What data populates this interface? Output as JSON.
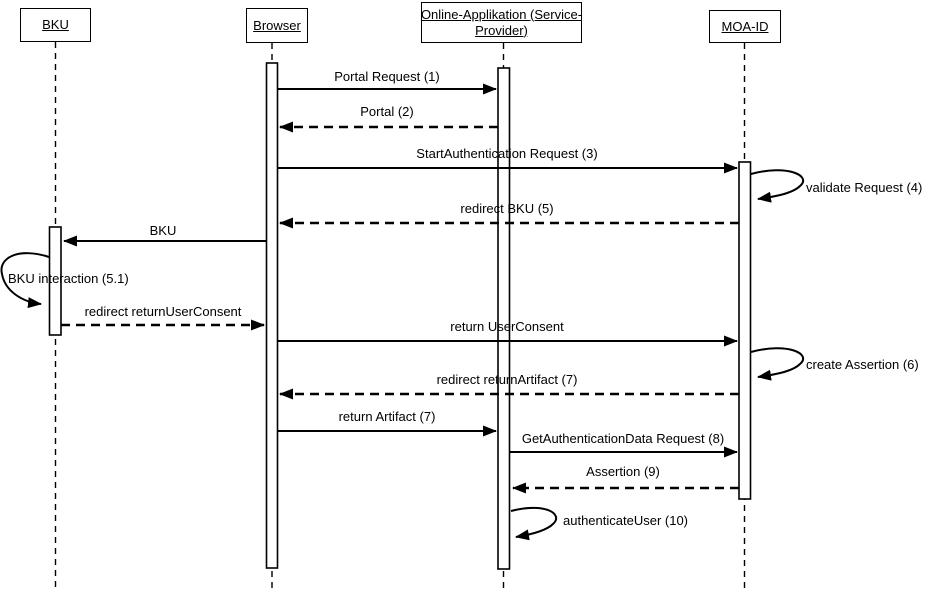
{
  "diagram_type": "uml-sequence-diagram",
  "colors": {
    "ink": "#000000",
    "paper": "#ffffff"
  },
  "actors": {
    "bku": {
      "label": "BKU"
    },
    "browser": {
      "label": "Browser"
    },
    "online_app": {
      "line1": "Online-Applikation (Service-",
      "line2": "Provider)"
    },
    "moa_id": {
      "label": "MOA-ID"
    }
  },
  "messages": {
    "portal_request": "Portal Request (1)",
    "portal": "Portal (2)",
    "start_auth": "StartAuthentication Request (3)",
    "validate_request": "validate Request (4)",
    "redirect_bku": "redirect BKU (5)",
    "bku": "BKU",
    "bku_interaction": "BKU interaction (5.1)",
    "redirect_return_user_consent": "redirect returnUserConsent",
    "return_user_consent": "return UserConsent",
    "create_assertion": "create Assertion (6)",
    "redirect_return_artifact": "redirect returnArtifact (7)",
    "return_artifact": "return Artifact (7)",
    "get_auth_data": "GetAuthenticationData Request (8)",
    "assertion": "Assertion (9)",
    "authenticate_user": "authenticateUser (10)"
  }
}
